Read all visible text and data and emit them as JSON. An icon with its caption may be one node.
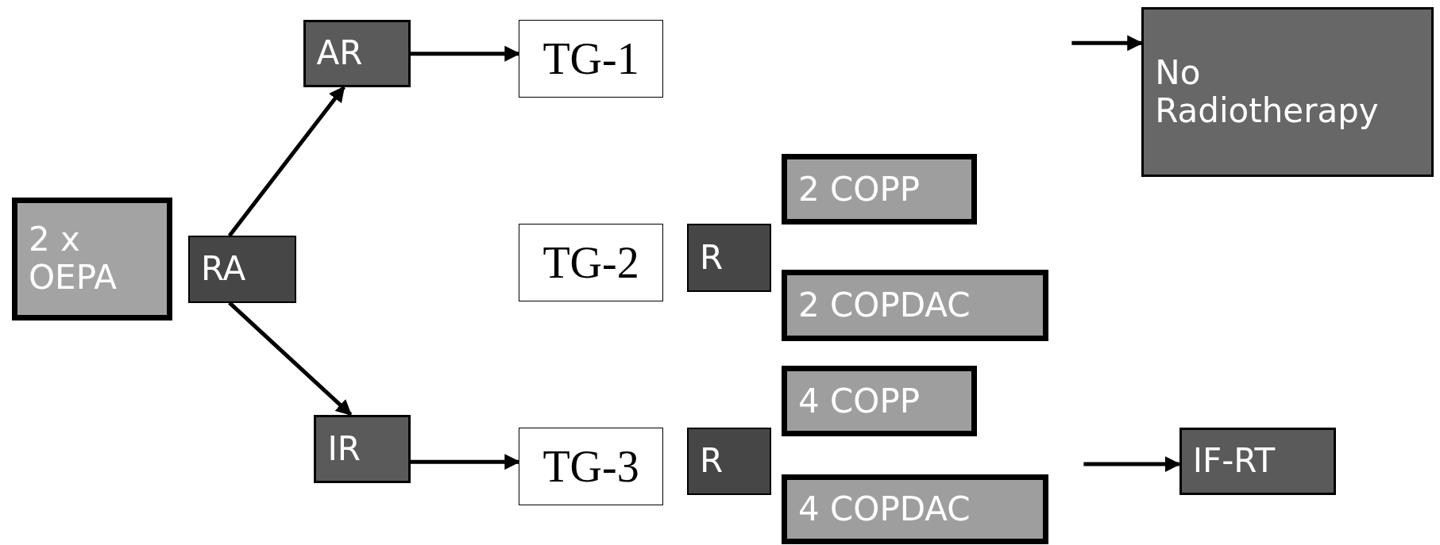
{
  "diagram": {
    "nodes": [
      {
        "text": [
          "2 x OEPA"
        ]
      },
      {
        "text": [
          "RA"
        ]
      },
      {
        "text": [
          "AR"
        ]
      },
      {
        "text": [
          "TG-1"
        ]
      },
      {
        "text": [
          "No Radiotherapy"
        ]
      },
      {
        "text": [
          "TG-2"
        ]
      },
      {
        "text": [
          "R"
        ]
      },
      {
        "text": [
          "2 COPP"
        ]
      },
      {
        "text": [
          "2 COPDAC"
        ]
      },
      {
        "text": [
          "IR"
        ]
      },
      {
        "text": [
          "TG-3"
        ]
      },
      {
        "text": [
          "R"
        ]
      },
      {
        "text": [
          "4 COPP"
        ]
      },
      {
        "text": [
          "4 COPDAC"
        ]
      },
      {
        "text": [
          "IF-RT"
        ]
      }
    ],
    "edges": [
      {
        "from": 1,
        "to": 2,
        "arrow": "to"
      },
      {
        "from": 2,
        "to": 3,
        "arrow": "to"
      },
      {
        "from": 1,
        "to": 9,
        "arrow": "to"
      },
      {
        "from": 9,
        "to": 10,
        "arrow": "to"
      },
      {
        "from": null,
        "to": 4,
        "arrow": "to"
      },
      {
        "from": null,
        "to": 14,
        "arrow": "to"
      }
    ]
  }
}
